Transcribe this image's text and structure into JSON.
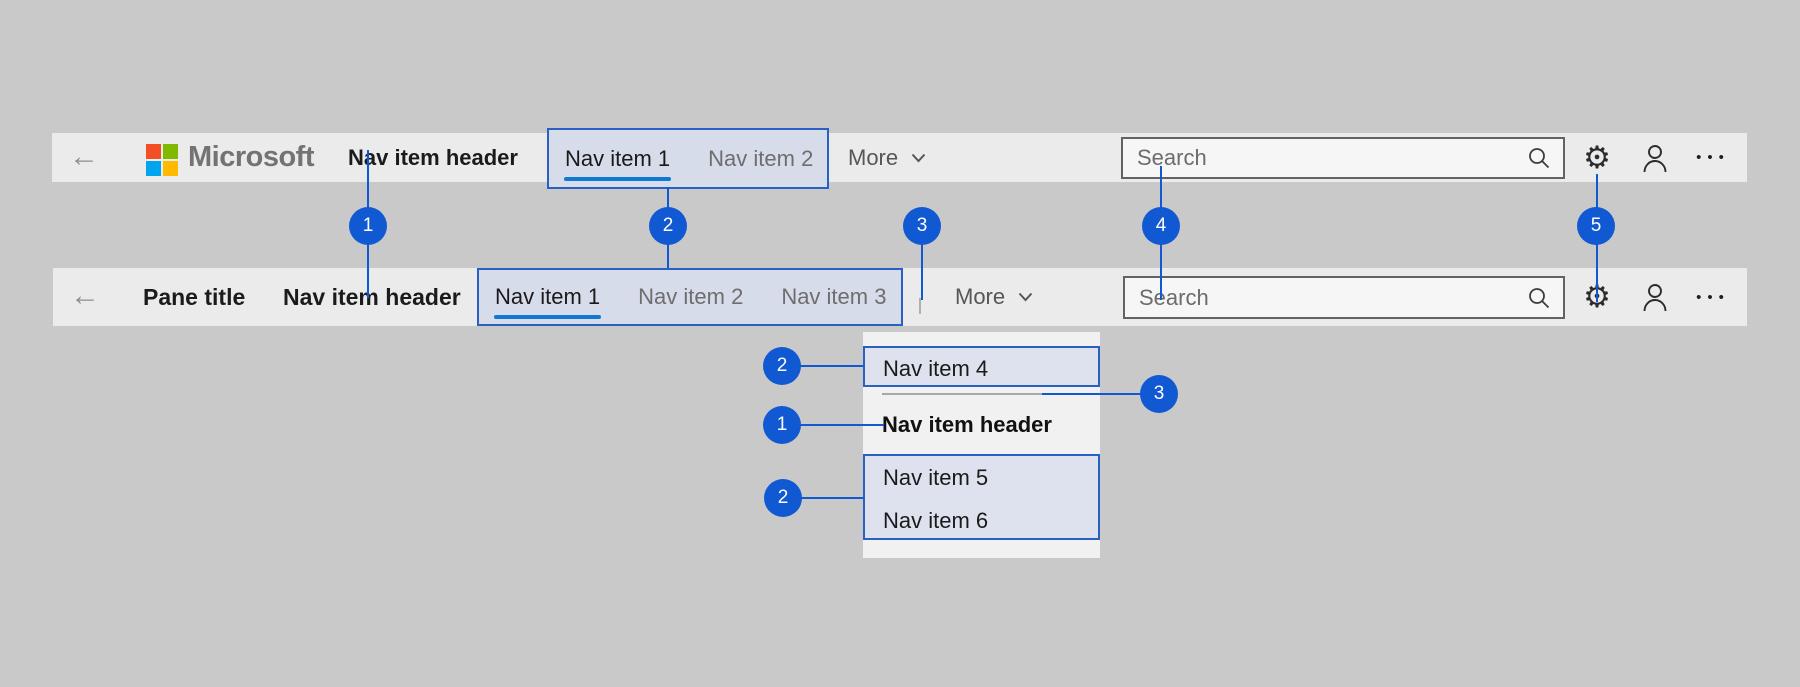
{
  "top_bar": {
    "logo_text": "Microsoft",
    "nav_item_header": "Nav item header",
    "nav_items": [
      {
        "label": "Nav item 1",
        "selected": true
      },
      {
        "label": "Nav item 2",
        "selected": false
      }
    ],
    "more_label": "More",
    "search_placeholder": "Search"
  },
  "pane_bar": {
    "pane_title": "Pane title",
    "nav_item_header": "Nav item header",
    "nav_items": [
      {
        "label": "Nav item 1",
        "selected": true
      },
      {
        "label": "Nav item 2",
        "selected": false
      },
      {
        "label": "Nav item 3",
        "selected": false
      }
    ],
    "more_label": "More",
    "search_placeholder": "Search"
  },
  "dropdown": {
    "item_4": "Nav item 4",
    "header": "Nav item header",
    "item_5": "Nav item 5",
    "item_6": "Nav item 6"
  },
  "callouts": {
    "between_bars": [
      "1",
      "2",
      "3",
      "4",
      "5"
    ],
    "dropdown_left": [
      "2",
      "1",
      "2"
    ],
    "dropdown_right": [
      "3"
    ]
  },
  "icons": {
    "back": "←",
    "gear": "⚙",
    "ellipsis": "•••"
  },
  "colors": {
    "accent_blue": "#1158d3",
    "highlight_border": "#2a5fc4",
    "highlight_fill": "#d7dcea",
    "selected_underline": "#0f78d4",
    "toolbar_bg": "#ebebeb",
    "page_bg": "#c9c9c9",
    "ms_logo_squares": [
      "#f25022",
      "#7fba00",
      "#00a4ef",
      "#ffb900"
    ]
  }
}
